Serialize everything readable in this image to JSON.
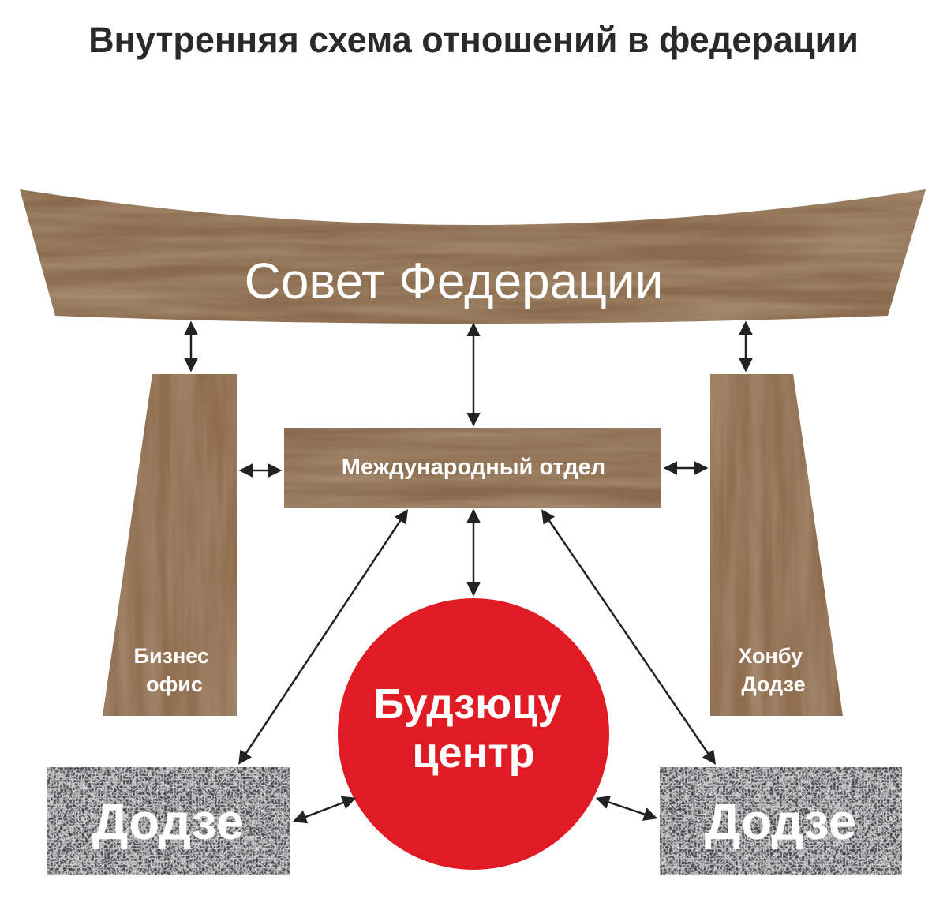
{
  "title": "Внутренняя схема отношений в федерации",
  "nodes": {
    "council": "Совет Федерации",
    "international": "Международный отдел",
    "business": [
      "Бизнес",
      "офис"
    ],
    "honbu": [
      "Хонбу",
      "Додзе"
    ],
    "budzyutsu": [
      "Будзюцу",
      "центр"
    ],
    "dojo_left": "Додзе",
    "dojo_right": "Додзе"
  },
  "colors": {
    "wood_light": "#9c7a58",
    "wood_mid": "#7f5e40",
    "wood_dark": "#5a3f28",
    "granite": "#47474c",
    "circle_red": "#e01b24",
    "arrow": "#222222",
    "title": "#2a2a2a"
  }
}
